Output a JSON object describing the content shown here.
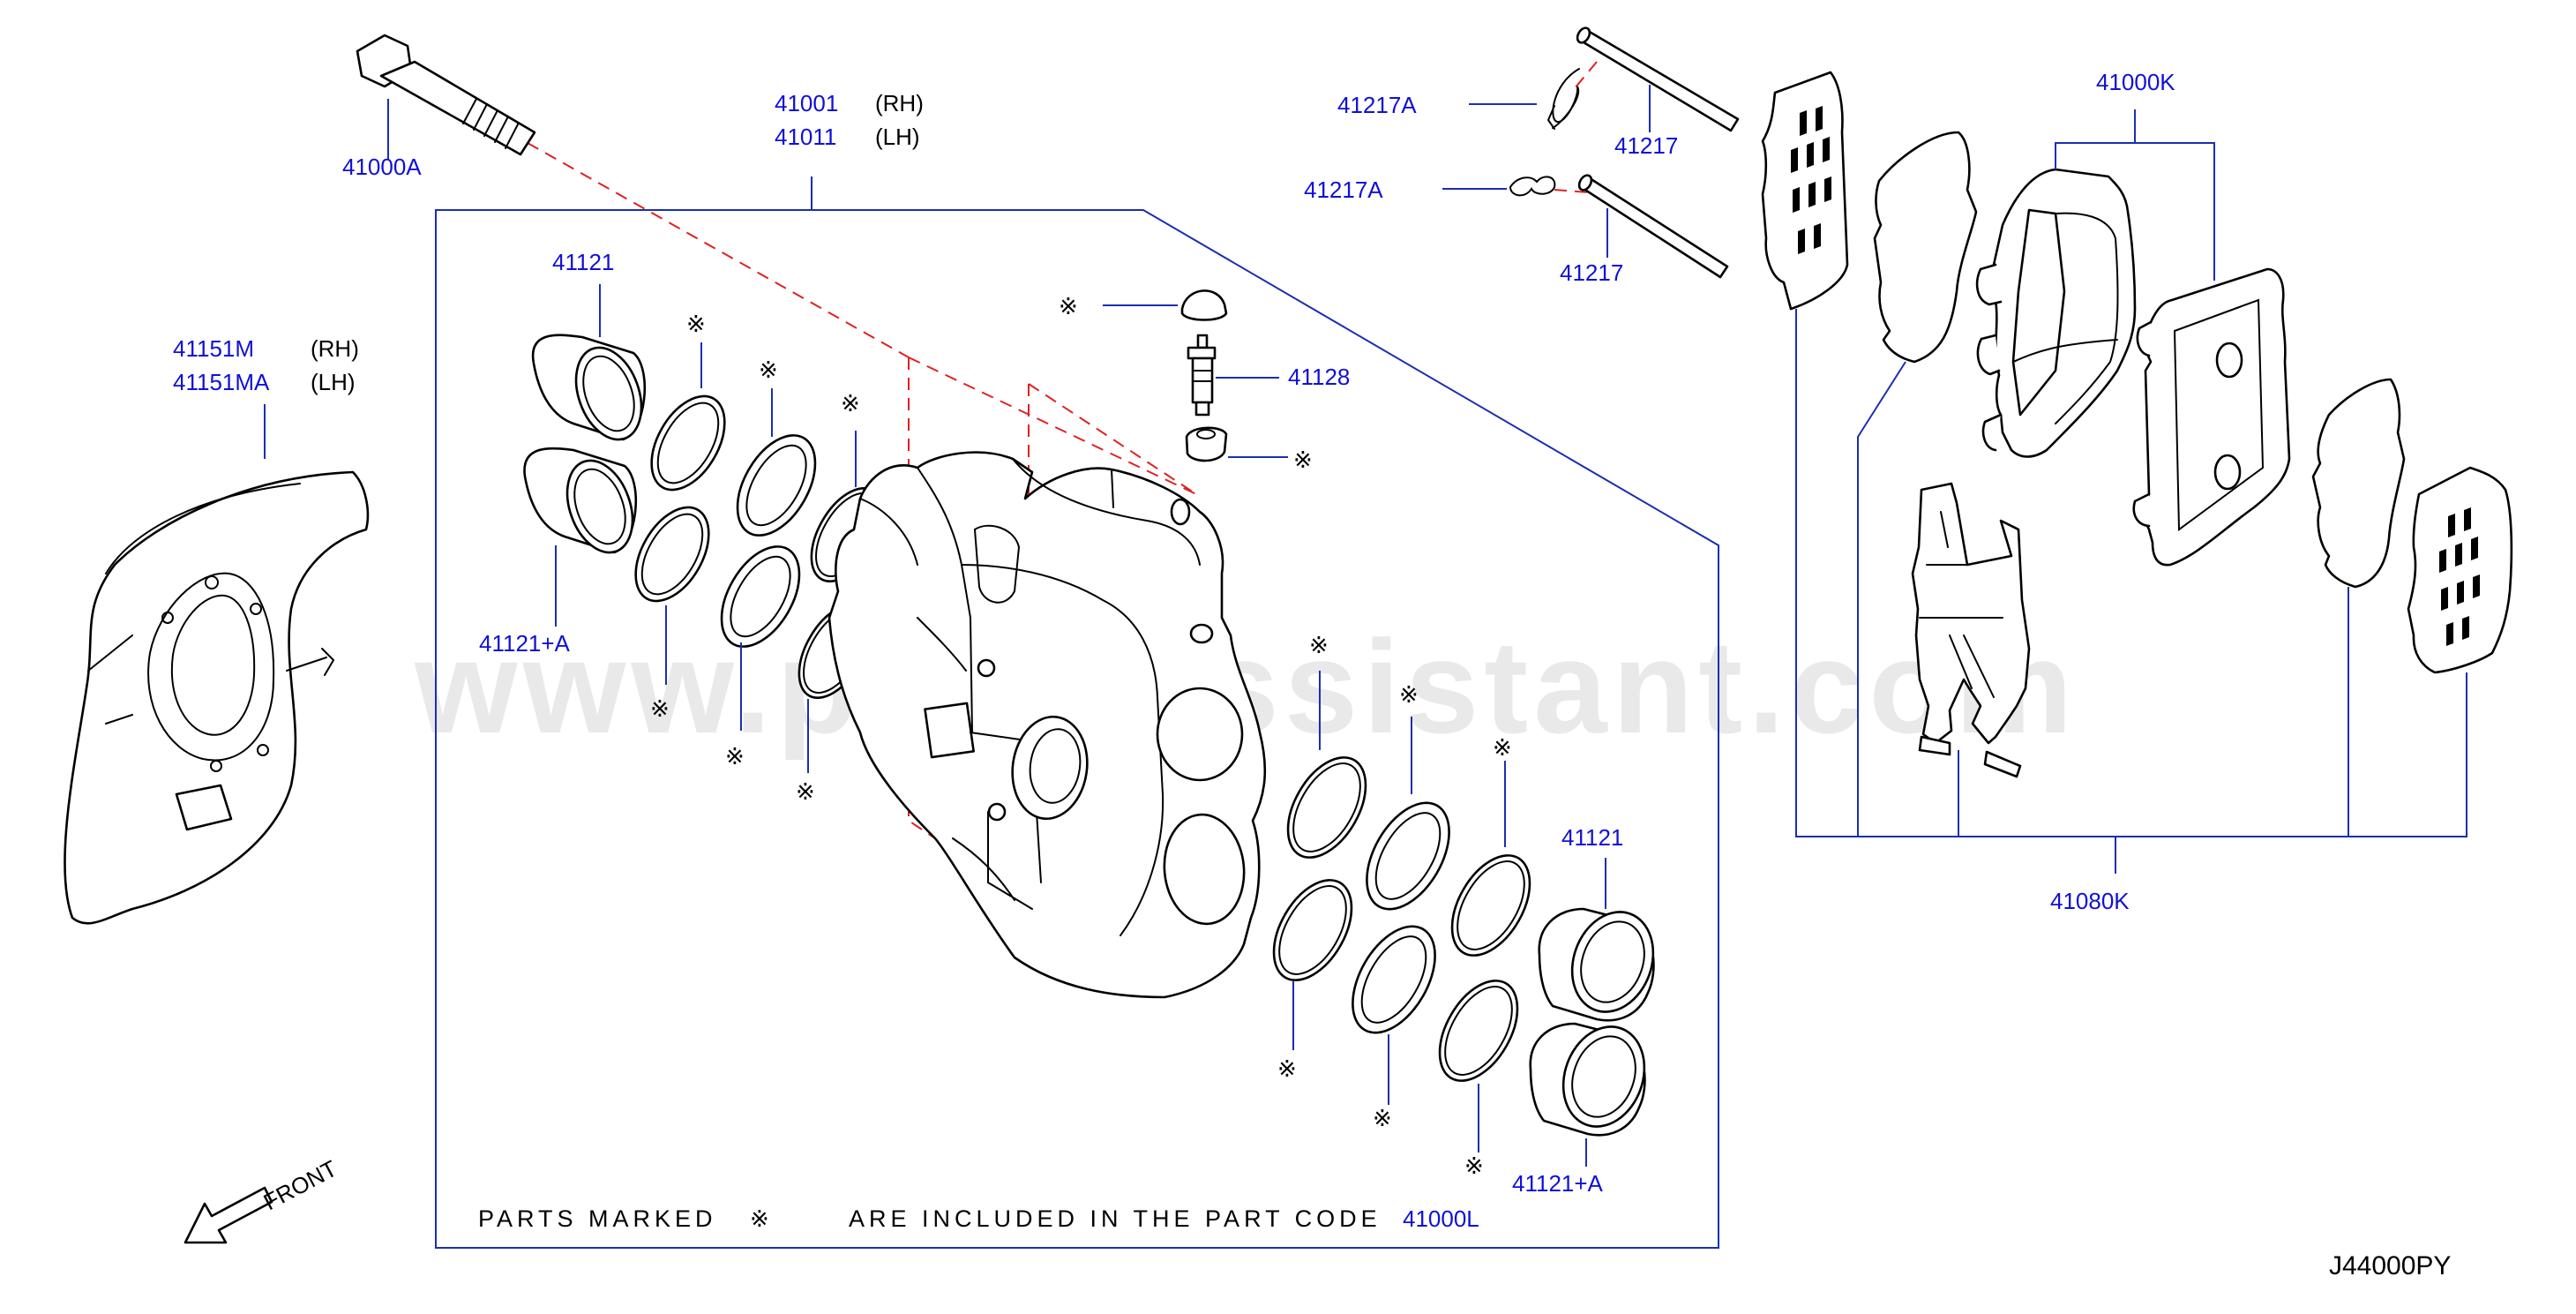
{
  "watermark": "www.partsassistant.com",
  "diagram_code": "J44000PY",
  "front_label": "FRONT",
  "note": {
    "before": "PARTS MARKED",
    "after": "ARE INCLUDED IN THE PART CODE",
    "code": "41000L"
  },
  "callouts": {
    "bolt": "41000A",
    "caliper_rh": "41001",
    "caliper_lh": "41011",
    "rh": "(RH)",
    "lh": "(LH)",
    "pin_clip_top": "41217A",
    "pin_clip_bottom": "41217A",
    "pin_top": "41217",
    "pin_bottom": "41217",
    "pad_kit": "41000K",
    "shield_rh": "41151M",
    "shield_lh": "41151MA",
    "piston_left": "41121",
    "piston_seal_left": "41121+A",
    "bleeder": "41128",
    "piston_right": "41121",
    "piston_seal_right": "41121+A",
    "hardware_kit": "41080K"
  },
  "symbols": {
    "included_mark": "※"
  }
}
